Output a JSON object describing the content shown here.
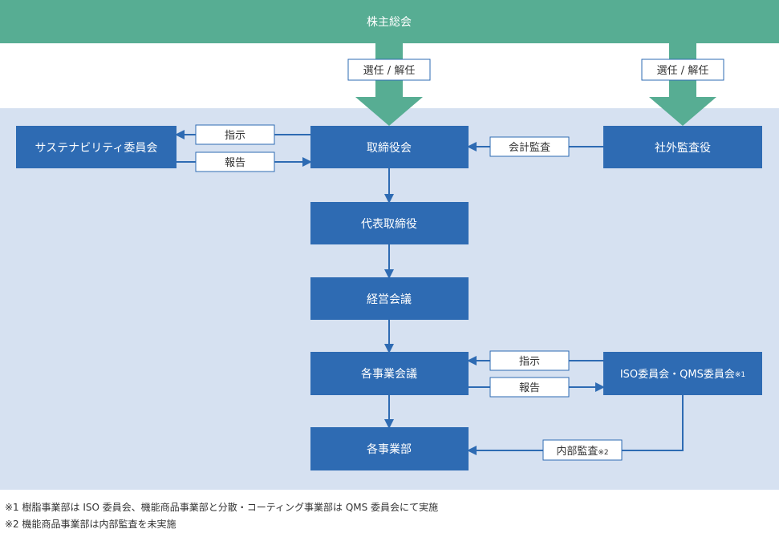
{
  "colors": {
    "banner": "#57ad93",
    "node": "#2e6bb3",
    "panel": "#d6e1f1",
    "connector": "#2e6bb3",
    "label_border": "#2e6bb3",
    "label_text": "#333333",
    "node_text": "#ffffff"
  },
  "banner": {
    "label": "株主総会"
  },
  "appointment_labels": {
    "left": "選任 / 解任",
    "right": "選任 / 解任"
  },
  "nodes": {
    "sustainability": "サステナビリティ委員会",
    "board": "取締役会",
    "auditor": "社外監査役",
    "president": "代表取締役",
    "management": "経営会議",
    "business_meeting": "各事業会議",
    "iso_qms": "ISO委員会・QMS委員会",
    "divisions": "各事業部"
  },
  "node_marks": {
    "iso_qms": "※1"
  },
  "edge_labels": {
    "instruct_top": "指示",
    "report_top": "報告",
    "accounting_audit": "会計監査",
    "instruct_mid": "指示",
    "report_mid": "報告",
    "internal_audit": "内部監査",
    "internal_audit_mark": "※2"
  },
  "footnotes": [
    "※1 樹脂事業部は ISO 委員会、機能商品事業部と分散・コーティング事業部は QMS 委員会にて実施",
    "※2 機能商品事業部は内部監査を未実施"
  ]
}
